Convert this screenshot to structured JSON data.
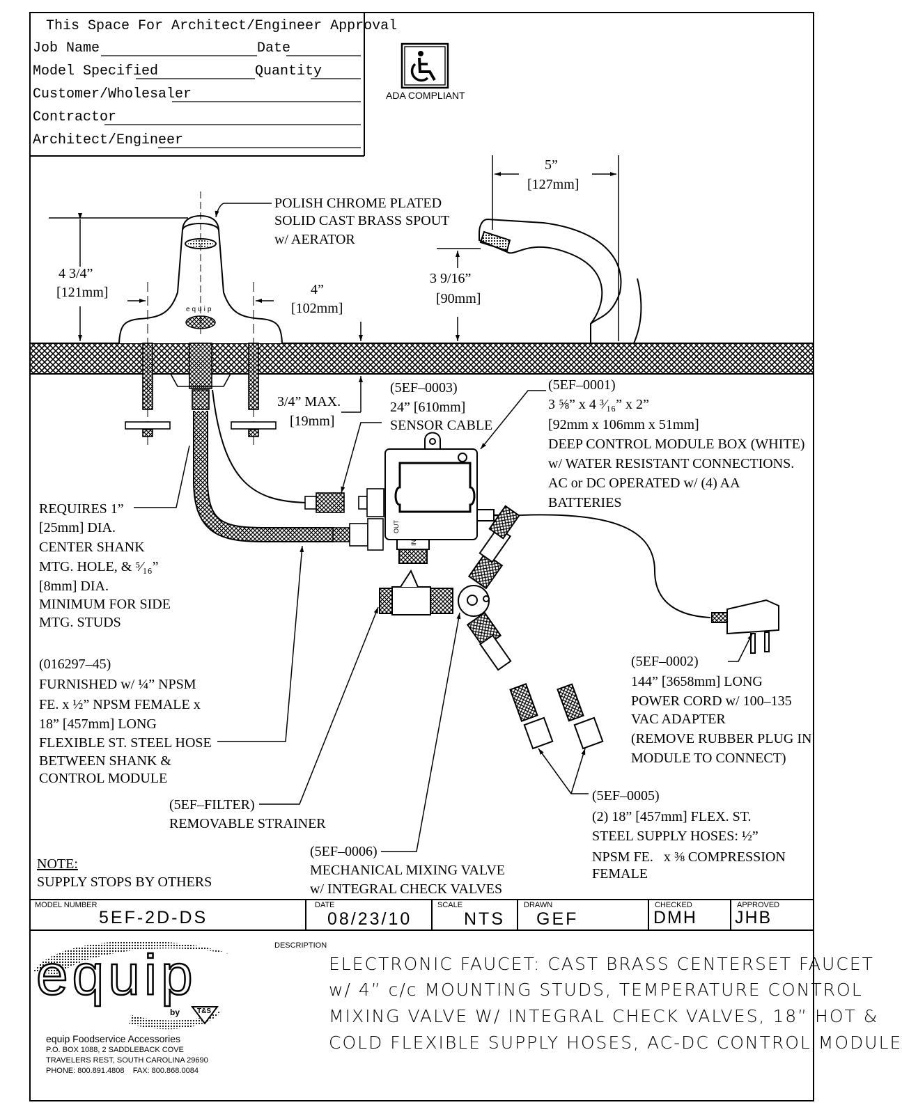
{
  "approval_box": {
    "heading": "This Space For Architect/Engineer Approval",
    "rows": [
      {
        "label": "Job Name",
        "label2": "Date"
      },
      {
        "label": "Model Specified",
        "label2": "Quantity"
      },
      {
        "label": "Customer/Wholesaler"
      },
      {
        "label": "Contractor"
      },
      {
        "label": "Architect/Engineer"
      }
    ]
  },
  "ada": {
    "label": "ADA COMPLIANT"
  },
  "callouts": {
    "spout": [
      "POLISH CHROME PLATED",
      "SOLID CAST BRASS SPOUT",
      "w/ AERATOR"
    ],
    "dim_height": [
      "4 3/4”",
      "[121mm]"
    ],
    "dim_4": [
      "4”",
      "[102mm]"
    ],
    "dim_5": [
      "5”",
      "[127mm]"
    ],
    "dim_3916": [
      "3 9/16”",
      "[90mm]"
    ],
    "dim_max": [
      "3/4” MAX.",
      "[19mm]"
    ],
    "sensor": [
      "(5EF–0003)",
      "24” [610mm]",
      "SENSOR CABLE"
    ],
    "module": [
      "(5EF–0001)",
      "3 ⅝” x 4 ³⁄₁₆” x 2”",
      "[92mm x 106mm x 51mm]",
      "DEEP CONTROL MODULE BOX (WHITE)",
      "w/ WATER RESISTANT CONNECTIONS.",
      "AC or DC OPERATED w/ (4) AA",
      "BATTERIES"
    ],
    "shank": [
      "REQUIRES 1”",
      "[25mm] DIA.",
      "CENTER SHANK",
      "MTG. HOLE, & ⁵⁄₁₆”",
      "[8mm] DIA.",
      "MINIMUM FOR SIDE",
      "MTG. STUDS"
    ],
    "hose": [
      "(016297–45)",
      "FURNISHED w/ ¼” NPSM",
      "FE. x ½” NPSM FEMALE x",
      "18” [457mm] LONG",
      "FLEXIBLE ST. STEEL HOSE",
      "BETWEEN SHANK &",
      "CONTROL MODULE"
    ],
    "power": [
      "(5EF–0002)",
      "144” [3658mm] LONG",
      "POWER CORD w/ 100–135",
      "VAC ADAPTER",
      "(REMOVE RUBBER PLUG IN",
      "MODULE TO CONNECT)"
    ],
    "filter": [
      "(5EF–FILTER)",
      "REMOVABLE STRAINER"
    ],
    "supply": [
      "(5EF–0005)",
      "(2) 18” [457mm] FLEX. ST.",
      "STEEL SUPPLY HOSES: ½”",
      "NPSM FE.   x ⅜ COMPRESSION",
      "FEMALE"
    ],
    "mixing": [
      "(5EF–0006)",
      "MECHANICAL MIXING VALVE",
      "w/ INTEGRAL CHECK VALVES"
    ],
    "note_heading": "NOTE:",
    "note_text": "SUPPLY STOPS BY OTHERS",
    "faucet_logo": "equip",
    "module_out": "OUT",
    "module_in": "IN"
  },
  "title_block": {
    "model_number_label": "MODEL NUMBER",
    "model_number": "5EF-2D-DS",
    "date_label": "DATE",
    "date": "08/23/10",
    "scale_label": "SCALE",
    "scale": "NTS",
    "drawn_label": "DRAWN",
    "drawn": "GEF",
    "checked_label": "CHECKED",
    "checked": "DMH",
    "approved_label": "APPROVED",
    "approved": "JHB",
    "description_label": "DESCRIPTION",
    "description_lines": [
      "ELECTRONIC FAUCET: CAST BRASS CENTERSET FAUCET",
      "w/ 4” c/c MOUNTING STUDS, TEMPERATURE CONTROL",
      "MIXING VALVE W/ INTEGRAL CHECK VALVES, 18” HOT &",
      "COLD FLEXIBLE SUPPLY HOSES, AC-DC CONTROL MODULE"
    ]
  },
  "company": {
    "logo_text": "equip",
    "by": "by",
    "ts": "T&S",
    "name": "equip Foodservice Accessories",
    "address1": "P.O. BOX 1088, 2 SADDLEBACK COVE",
    "address2": "TRAVELERS REST, SOUTH CAROLINA 29690",
    "phone": "PHONE: 800.891.4808    FAX: 800.868.0084"
  }
}
